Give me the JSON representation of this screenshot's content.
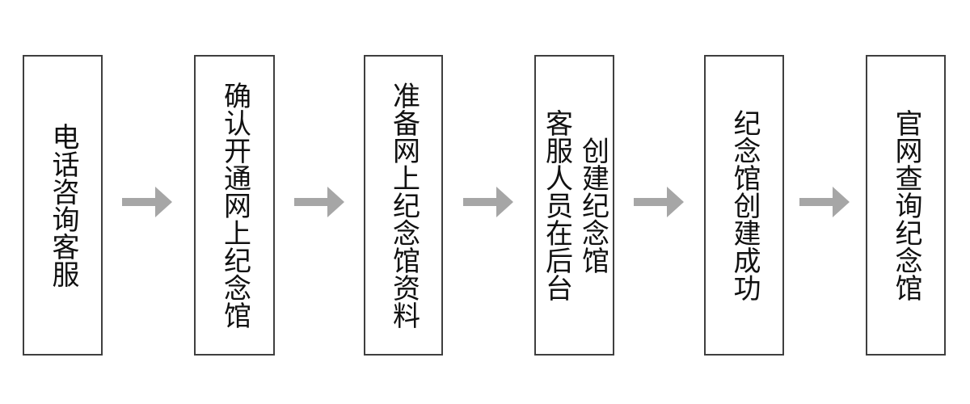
{
  "flow": {
    "title": "memorial-hall-creation-process",
    "direction": "left-to-right",
    "steps": [
      {
        "id": 1,
        "label": "电话咨询客服"
      },
      {
        "id": 2,
        "label": "确认开通网上纪念馆"
      },
      {
        "id": 3,
        "label": "准备网上纪念馆资料"
      },
      {
        "id": 4,
        "label": "客服人员在后台\n创建纪念馆"
      },
      {
        "id": 5,
        "label": "纪念馆创建成功"
      },
      {
        "id": 6,
        "label": "官网查询纪念馆"
      }
    ],
    "connector": {
      "icon_name": "arrow-right-icon",
      "direction": "right",
      "count": 5
    },
    "colors": {
      "background": "#ffffff",
      "box_border": "#3f3f3f",
      "text": "#111111",
      "arrow": "#a6a6a6"
    }
  }
}
